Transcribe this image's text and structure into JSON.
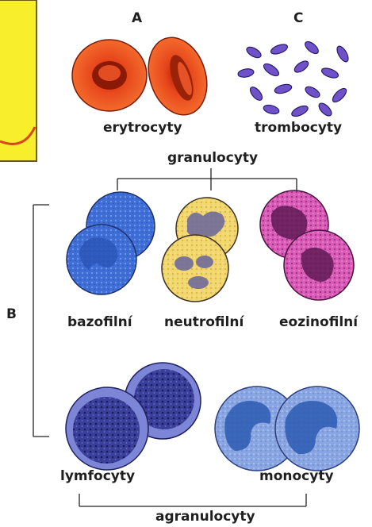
{
  "letters": {
    "a": "A",
    "b": "B",
    "c": "C"
  },
  "labels": {
    "erythrocytes": "erytrocyty",
    "thrombocytes": "trombocyty",
    "granulocytes": "granulocyty",
    "basophils": "bazofilní",
    "neutrophils": "neutrofilní",
    "eosinophils": "eozinofilní",
    "lymphocytes": "lymfocyty",
    "monocytes": "monocyty",
    "agranulocytes": "agranulocyty"
  }
}
